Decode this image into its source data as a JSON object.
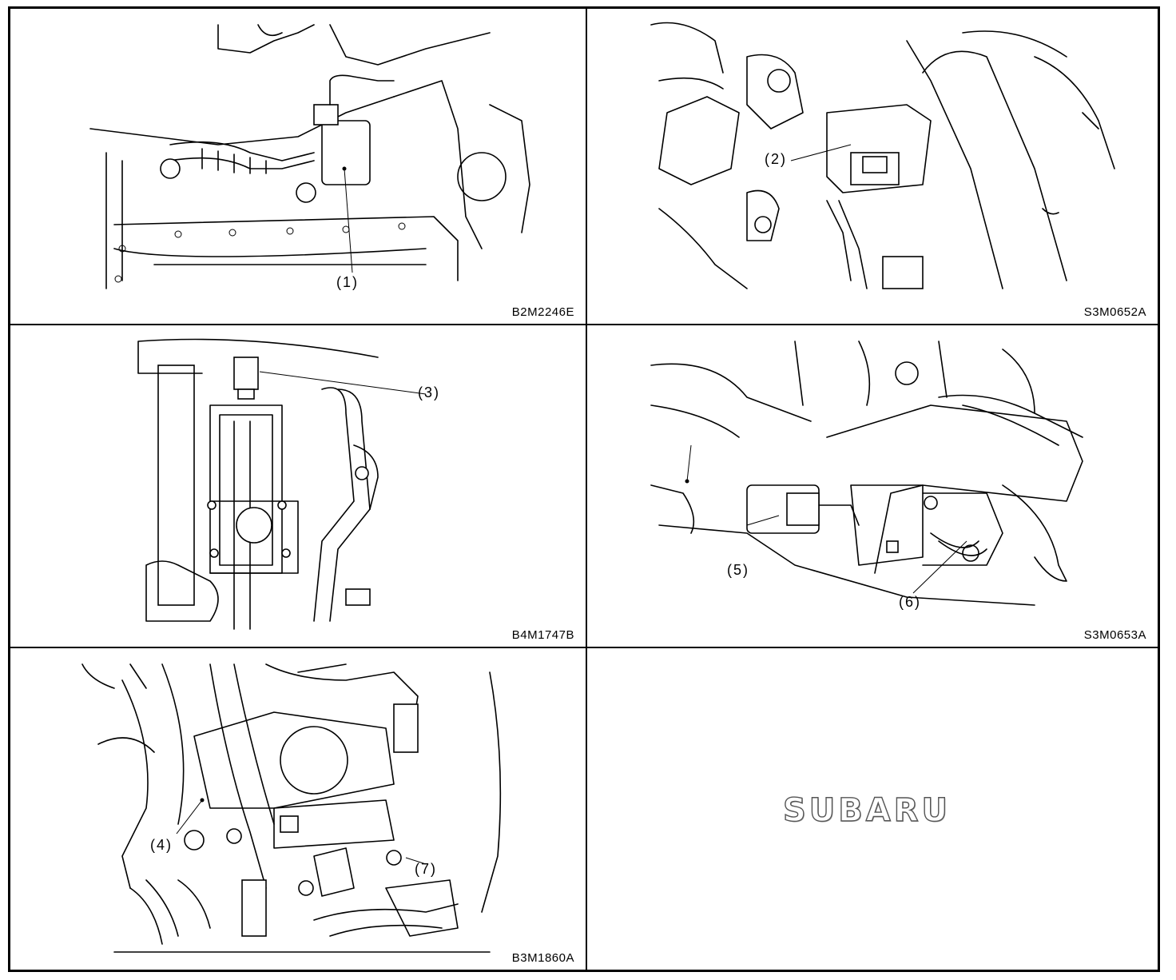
{
  "panels": [
    {
      "code": "B2M2246E",
      "callouts": [
        "(1)"
      ]
    },
    {
      "code": "S3M0652A",
      "callouts": [
        "(2)"
      ]
    },
    {
      "code": "B4M1747B",
      "callouts": [
        "(3)"
      ]
    },
    {
      "code": "S3M0653A",
      "callouts": [
        "(5)",
        "(6)"
      ]
    },
    {
      "code": "B3M1860A",
      "callouts": [
        "(4)",
        "(7)"
      ]
    }
  ],
  "logo": {
    "text": "SUBARU"
  }
}
